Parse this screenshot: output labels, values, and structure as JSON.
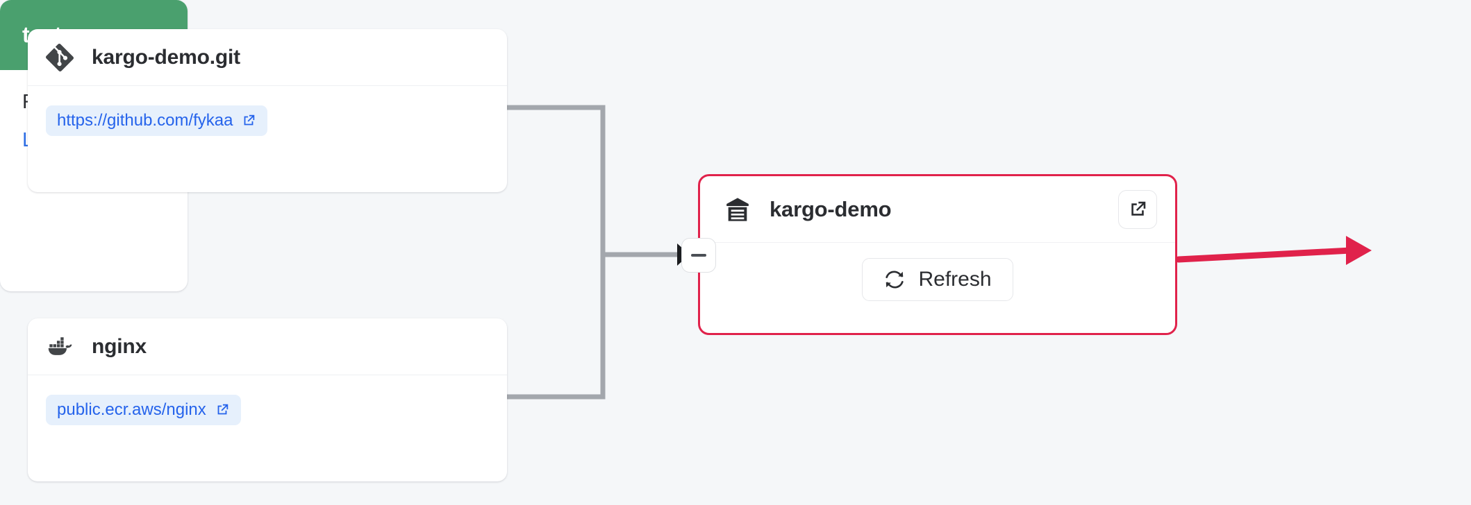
{
  "canvas": {
    "background": "#f5f7f9",
    "accent_red": "#e0224b",
    "accent_green": "#4aa06e",
    "link_blue": "#2563eb",
    "chip_bg": "#e6f0fc"
  },
  "sources": [
    {
      "id": "git-repo",
      "icon": "git-icon",
      "title": "kargo-demo.git",
      "url_label": "https://github.com/fykaa",
      "url_icon": "external-link-icon"
    },
    {
      "id": "image-repo",
      "icon": "docker-icon",
      "title": "nginx",
      "url_label": "public.ecr.aws/nginx",
      "url_icon": "external-link-icon"
    }
  ],
  "warehouse": {
    "icon": "warehouse-icon",
    "title": "kargo-demo",
    "open_icon": "external-link-icon",
    "refresh_label": "Refresh",
    "refresh_icon": "refresh-icon",
    "collapse_label": "−",
    "border_color": "#e0224b"
  },
  "stage": {
    "title": "test",
    "header_color": "#4aa06e",
    "status_label": "Ready",
    "status_color": "#62d07f",
    "link_label": "Last Prom"
  },
  "edges": {
    "source_line_color": "#a3a7ad",
    "promotion_line_color": "#e0224b"
  }
}
